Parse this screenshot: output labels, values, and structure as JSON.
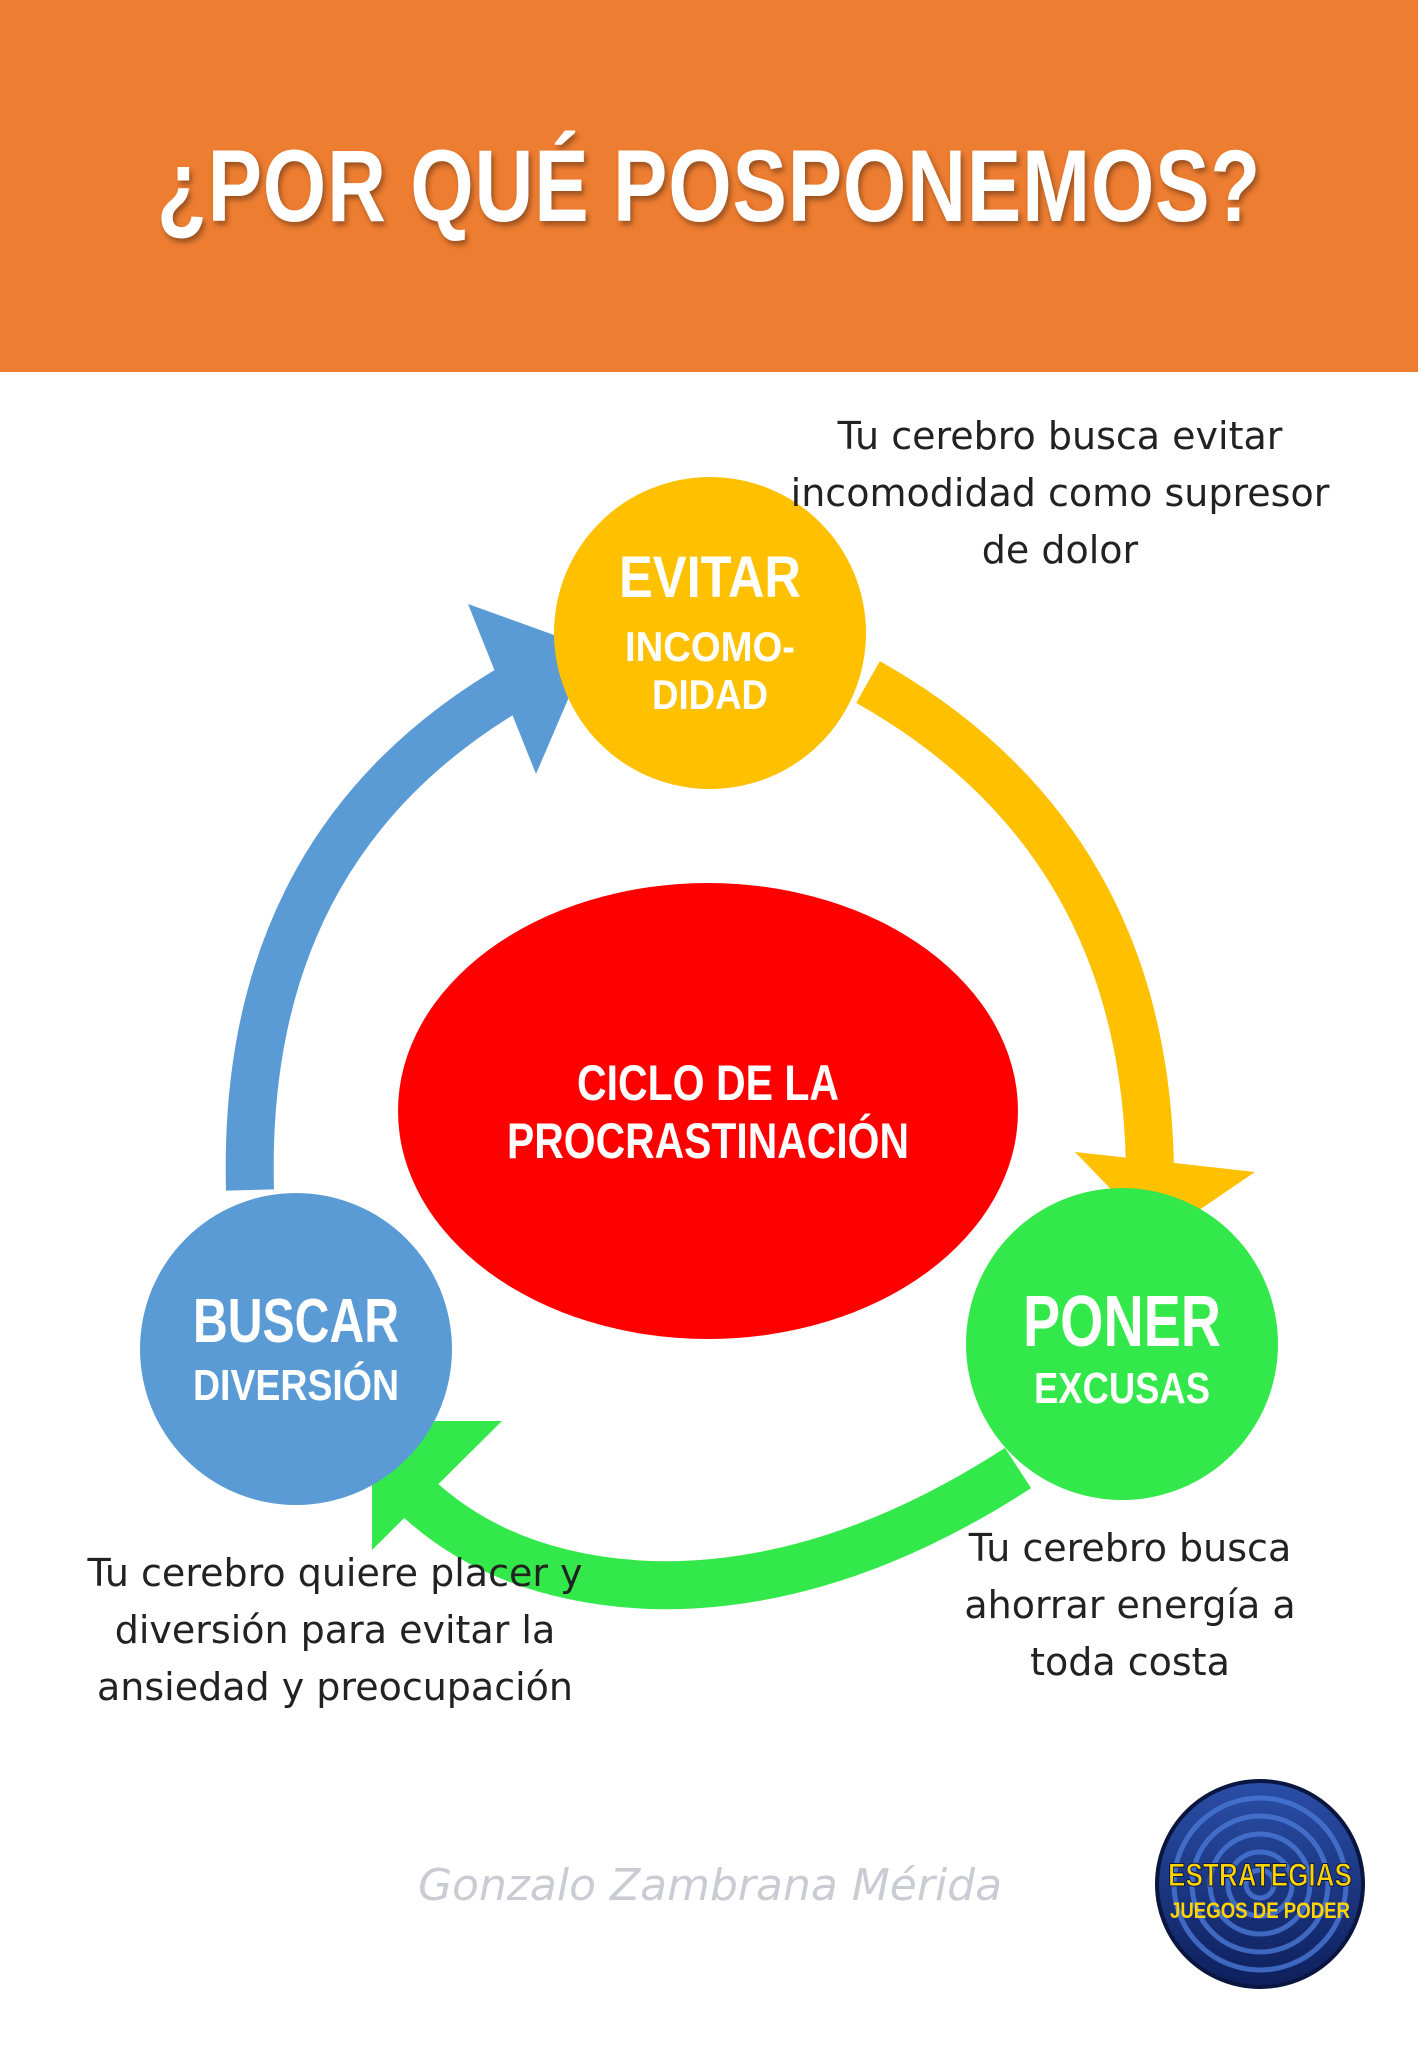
{
  "header": {
    "title": "¿POR QUÉ POSPONEMOS?",
    "background_color": "#ED7D31"
  },
  "center": {
    "line1": "CICLO DE LA",
    "line2": "PROCRASTINACIÓN",
    "color": "#FF0000"
  },
  "nodes": {
    "evitar": {
      "title": "EVITAR",
      "sub1": "INCOMO-",
      "sub2": "DIDAD",
      "color": "#FFC000"
    },
    "poner": {
      "title": "PONER",
      "sub1": "EXCUSAS",
      "color": "#33E84A"
    },
    "buscar": {
      "title": "BUSCAR",
      "sub1": "DIVERSIÓN",
      "color": "#5B9BD5"
    }
  },
  "descriptions": {
    "evitar": [
      "Tu cerebro busca evitar",
      "incomodidad como supresor",
      "de dolor"
    ],
    "poner": [
      "Tu cerebro busca",
      "ahorrar energía a",
      "toda costa"
    ],
    "buscar": [
      "Tu cerebro quiere placer y",
      "diversión para evitar la",
      "ansiedad y preocupación"
    ]
  },
  "author": "Gonzalo Zambrana Mérida",
  "logo": {
    "line1": "ESTRATEGIAS",
    "line2": "JUEGOS DE PODER",
    "colors": [
      "#1F3C88",
      "#FFD400"
    ]
  }
}
